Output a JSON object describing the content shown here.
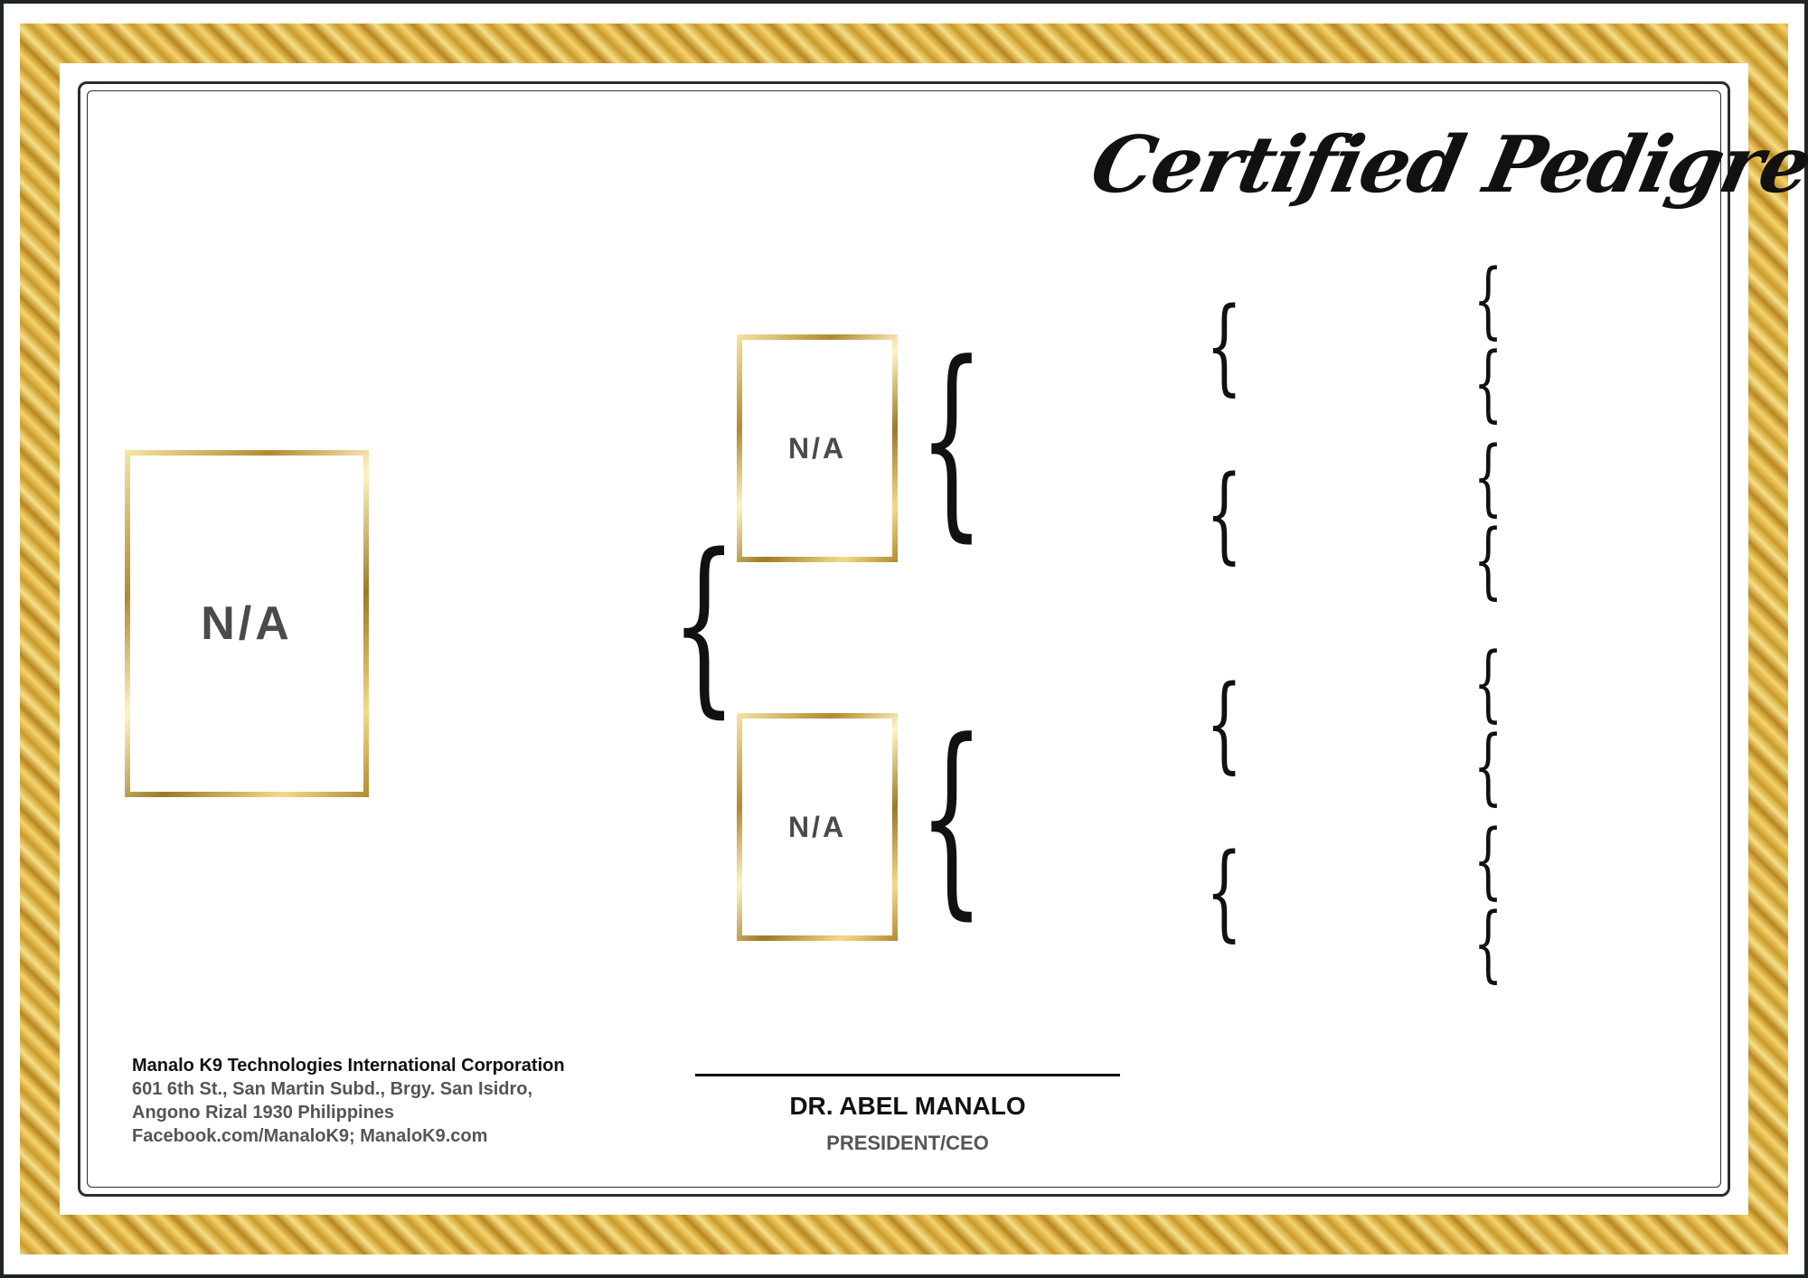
{
  "certificate": {
    "title": "Certified Pedigree",
    "main_photo": "N/A",
    "sire_photo": "N/A",
    "dam_photo": "N/A"
  },
  "company": {
    "name": "Manalo K9 Technologies International Corporation",
    "address_line1": "601 6th St., San Martin Subd., Brgy. San Isidro,",
    "address_line2": "Angono Rizal 1930 Philippines",
    "contact": "Facebook.com/ManaloK9; ManaloK9.com"
  },
  "signatory": {
    "name": "DR. ABEL MANALO",
    "role": "PRESIDENT/CEO"
  },
  "colors": {
    "gold": "#d9b445",
    "frame": "#2a2d30",
    "placeholder_text": "#4a4a4a"
  }
}
